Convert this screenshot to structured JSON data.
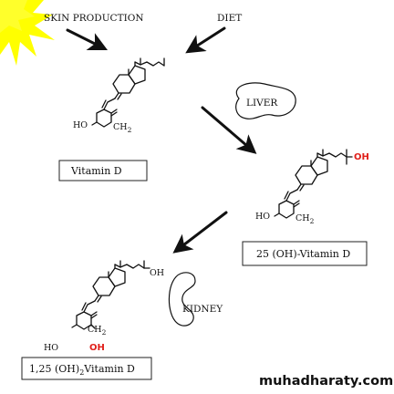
{
  "labels": {
    "skin_production": "SKIN PRODUCTION",
    "diet": "DIET",
    "liver": "LIVER",
    "kidney": "KIDNEY"
  },
  "compounds": {
    "vitamin_d": "Vitamin D",
    "hydroxy25": "25 (OH)-Vitamin D",
    "dihydroxy_prefix": "1,25 (OH)",
    "dihydroxy_subscript": "2",
    "dihydroxy_suffix": "Vitamin D"
  },
  "atoms": {
    "ho": "HO",
    "ch2": "CH",
    "ch2_subscript": "2",
    "oh": "OH"
  },
  "watermark": "muhadharaty.com",
  "colors": {
    "sun": "#ffff00",
    "hydroxyl_highlight": "#e0201b",
    "ink": "#111111"
  }
}
